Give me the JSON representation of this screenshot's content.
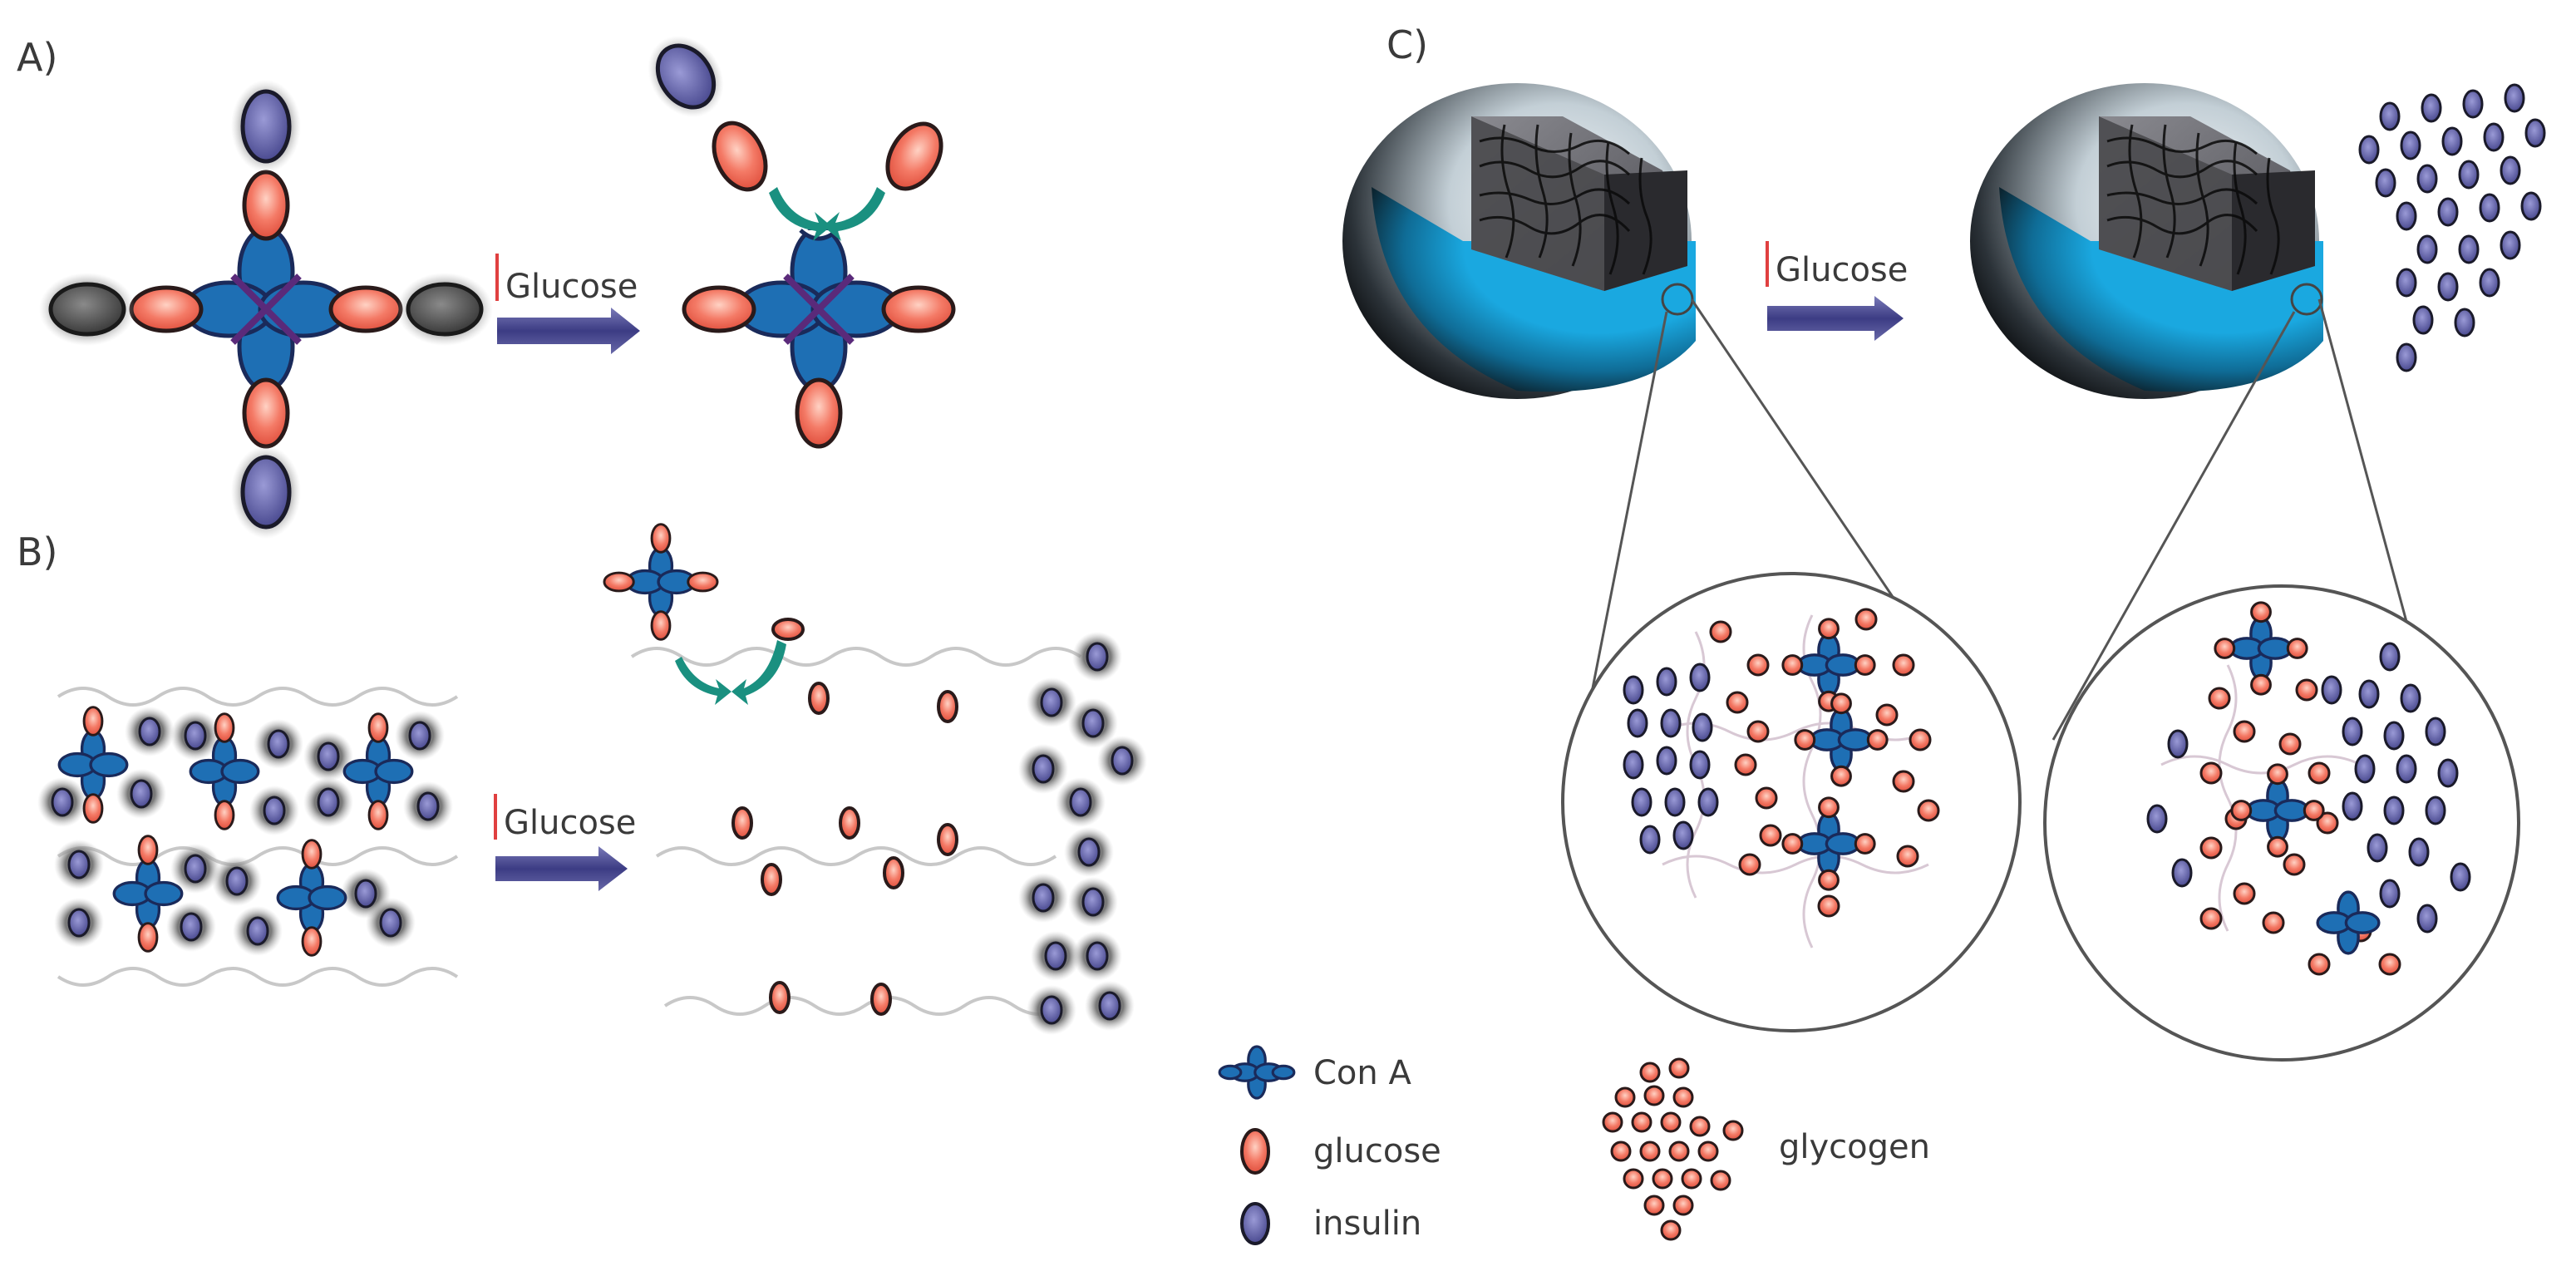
{
  "panels": {
    "a": {
      "label": "A)",
      "arrow_text": "Glucose"
    },
    "b": {
      "label": "B)",
      "arrow_text": "Glucose"
    },
    "c": {
      "label": "C)",
      "arrow_text": "Glucose"
    }
  },
  "legend": {
    "con_a": "Con A",
    "glucose": "glucose",
    "insulin": "insulin",
    "glycogen": "glycogen"
  },
  "colors": {
    "con_a": "#1e6fb4",
    "con_a_stroke": "#3a2a6a",
    "glucose": "#f07060",
    "insulin": "#5a5aa0",
    "arrow": "#3c3c84",
    "teal_arrow": "#1a9080",
    "sphere_blue": "#1aa8e0"
  }
}
